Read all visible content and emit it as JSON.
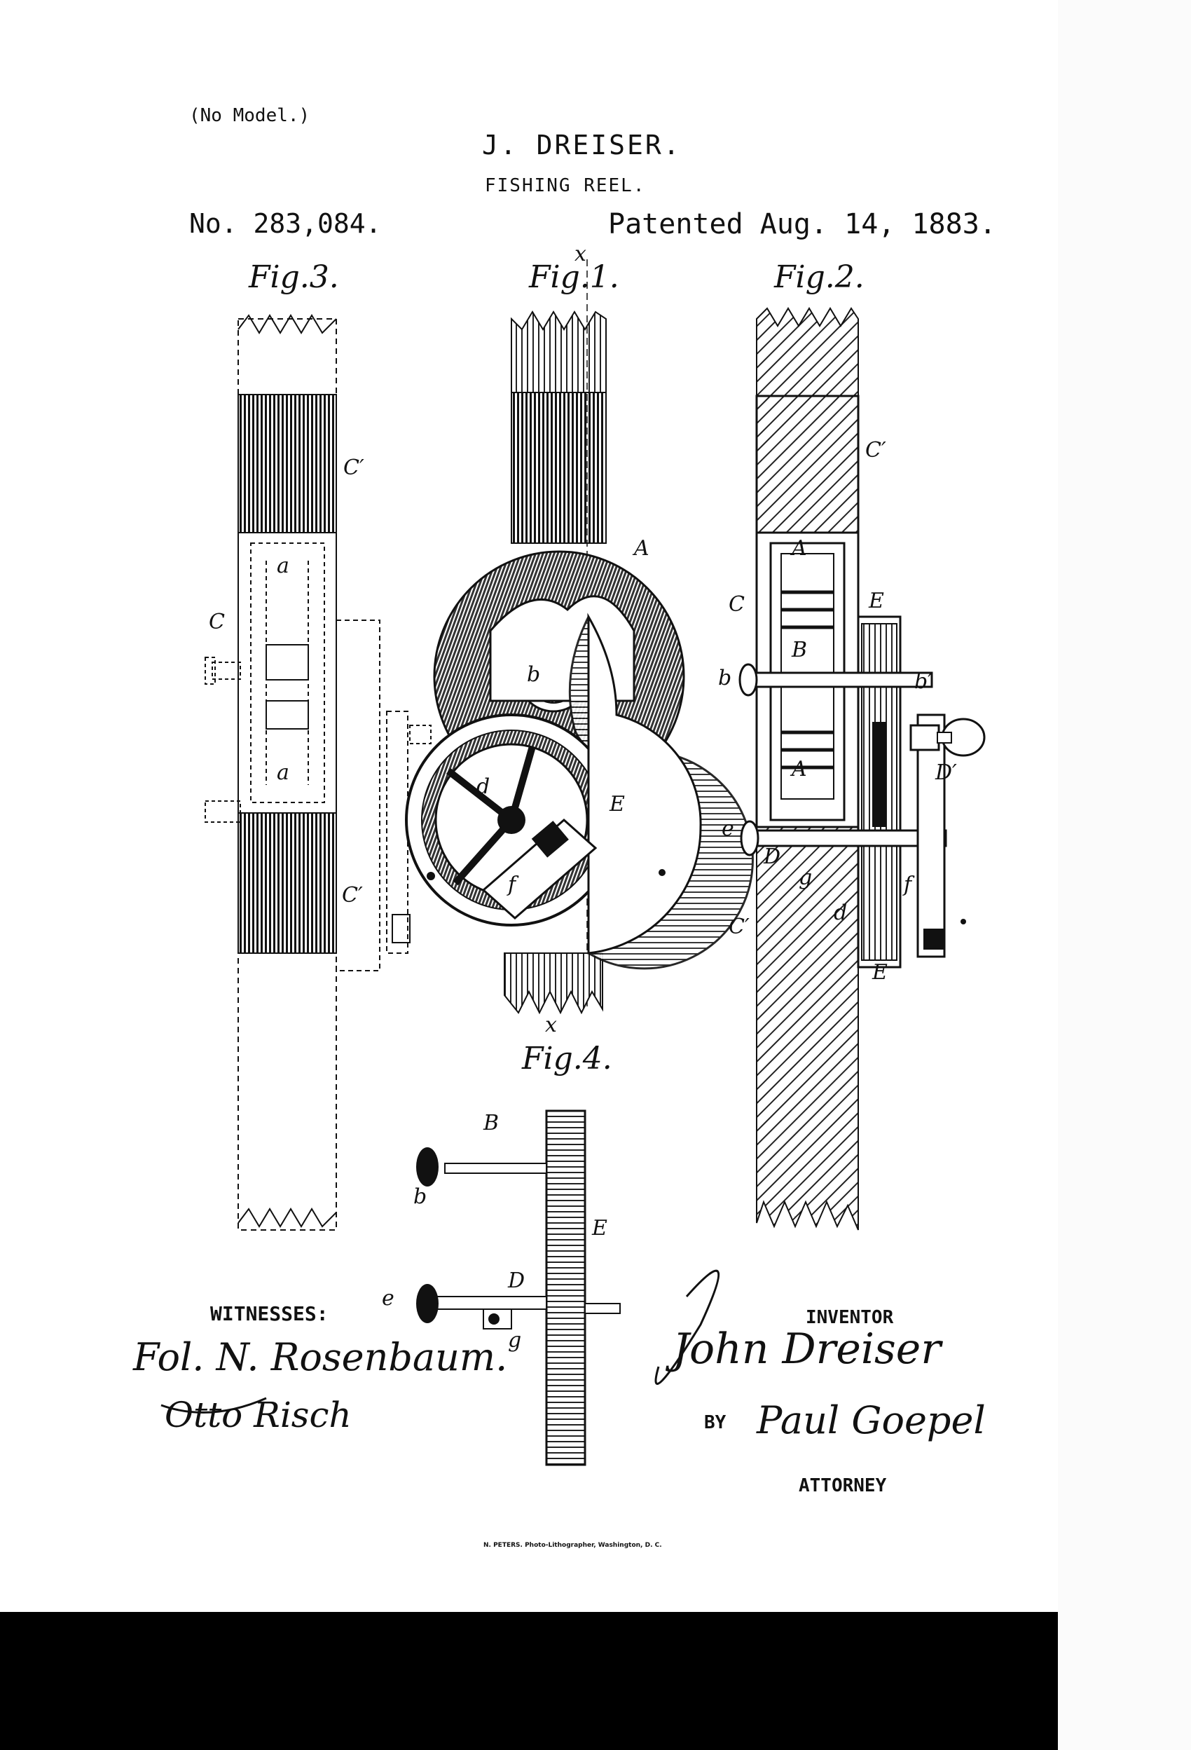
{
  "header": {
    "model_note": "(No Model.)",
    "inventor_name": "J. DREISER.",
    "title": "FISHING REEL.",
    "patent_number": "No. 283,084.",
    "patent_date": "Patented Aug. 14, 1883."
  },
  "figures": {
    "fig1": "Fig.1.",
    "fig2": "Fig.2.",
    "fig3": "Fig.3.",
    "fig4": "Fig.4."
  },
  "parts": {
    "x_top": "x",
    "x_bottom": "x",
    "fig3_c_prime_top": "C′",
    "fig3_a_top": "a",
    "fig3_c": "C",
    "fig3_a_bottom": "a",
    "fig3_c_prime_bottom": "C′",
    "fig1_a": "A",
    "fig1_b": "b",
    "fig1_d": "d",
    "fig1_e": "E",
    "fig1_f": "f",
    "fig2_c_prime_top": "C′",
    "fig2_a_top": "A",
    "fig2_c": "C",
    "fig2_e_top": "E",
    "fig2_b_center": "B",
    "fig2_b_left": "b",
    "fig2_b_prime": "b′",
    "fig2_d_prime": "D′",
    "fig2_a_bottom": "A",
    "fig2_e_left": "e",
    "fig2_d_small": "D",
    "fig2_g": "g",
    "fig2_d_lower": "d",
    "fig2_f": "f",
    "fig2_c_prime_bottom": "C′",
    "fig2_e_bottom": "E",
    "fig4_b_upper": "B",
    "fig4_b_lower": "b",
    "fig4_e_right": "E",
    "fig4_d": "D",
    "fig4_e_left": "e",
    "fig4_g": "g"
  },
  "footer": {
    "witnesses_label": "WITNESSES:",
    "inventor_label": "INVENTOR",
    "by_label": "BY",
    "attorney_label": "ATTORNEY",
    "lithographer": "N. PETERS. Photo-Lithographer, Washington, D. C."
  },
  "signatures": {
    "witness_1": "Fol. N. Rosenbaum.",
    "witness_2": "Otto Risch",
    "inventor": "John Dreiser",
    "attorney": "Paul Goepel"
  }
}
